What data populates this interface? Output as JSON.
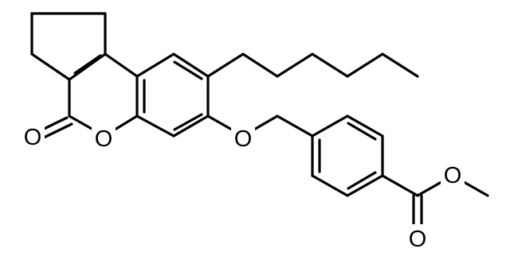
{
  "structure": {
    "atoms": [
      {
        "element": "O"
      },
      {
        "element": "O"
      },
      {
        "element": "O"
      },
      {
        "element": "O"
      },
      {
        "element": "O"
      }
    ]
  }
}
